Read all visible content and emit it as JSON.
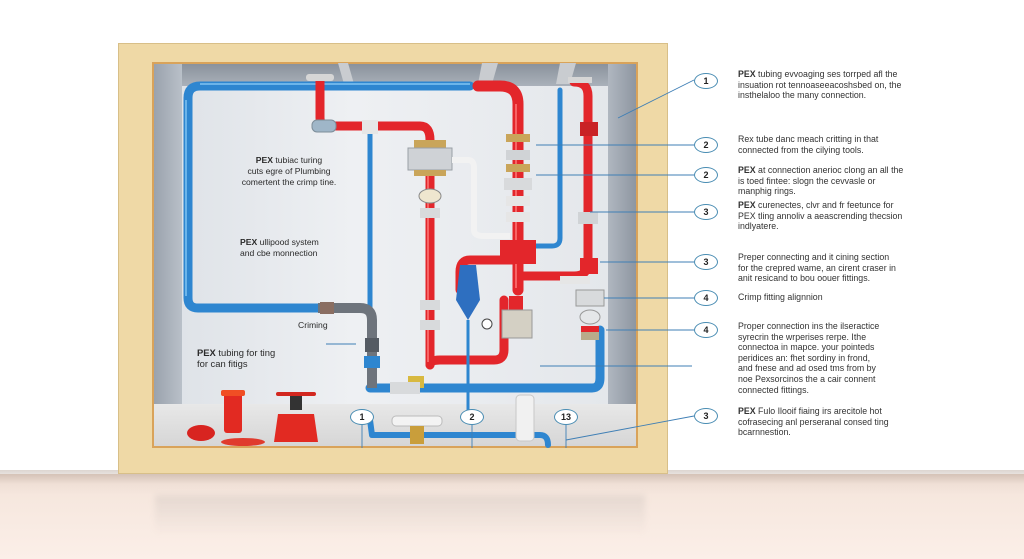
{
  "diagram": {
    "subject": "PEX plumbing wall cavity installation",
    "colors": {
      "hot_pipe": "#e3262b",
      "cold_pipe": "#2e86d0",
      "frame": "#efd9a6",
      "callout_ring": "#4a8db3"
    },
    "inner_labels": [
      {
        "lines": [
          "PEX tubiac turing",
          "cuts egre of Plumbing",
          "comertent the crimp tine."
        ]
      },
      {
        "lines": [
          "PEX ullipood system",
          "and cbe monnection"
        ]
      },
      {
        "lines": [
          "Criming"
        ]
      },
      {
        "lines": [
          "PEX tubing for ting",
          "for can fitigs"
        ]
      }
    ],
    "bottom_badges": [
      "1",
      "2",
      "13"
    ],
    "callouts": [
      {
        "number": "1",
        "lines": [
          "PEX tubing evvoaging ses torrped afl the",
          "insuation rot tennoaseeacoshsbed on, the",
          "insthelaloo the many connection."
        ]
      },
      {
        "number": "2",
        "lines": [
          "Rex tube danc meach critting in that",
          "connected from the cilying tools."
        ]
      },
      {
        "number": "2",
        "lines": [
          "PEX at connection anerioc clong an all the",
          "is toed fintee: slogn the cevvasle or",
          "manphig rings."
        ]
      },
      {
        "number": "3",
        "lines": [
          "PEX curenectes, clvr and fr feetunce for",
          "PEX tling annoliv a aeascrending thecsion",
          "indlyatere."
        ]
      },
      {
        "number": "3",
        "lines": [
          "Preper connecting and it cining section",
          "for the crepred wame, an cirent craser in",
          "anit resicand to bou oouer fittings."
        ]
      },
      {
        "number": "4",
        "lines": [
          "Crimp fitting alignnion"
        ]
      },
      {
        "number": "4",
        "lines": [
          "Proper connection ins the ilseractice",
          "syrecrin the wrperises rerpe. Ithe",
          "connectoa in mapce. your pointeds",
          "peridices an: fhet sordiny in frond,",
          "and fnese and ad osed tms from by",
          "noe Pexsorcinos the a cair connent",
          "connected fittings."
        ]
      },
      {
        "number": "3",
        "lines": [
          "PEX Fulo Ilooif fiaing irs arecitole hot",
          "cofrasecing anl perseranal consed ting",
          "bcarnnestion."
        ]
      }
    ]
  }
}
